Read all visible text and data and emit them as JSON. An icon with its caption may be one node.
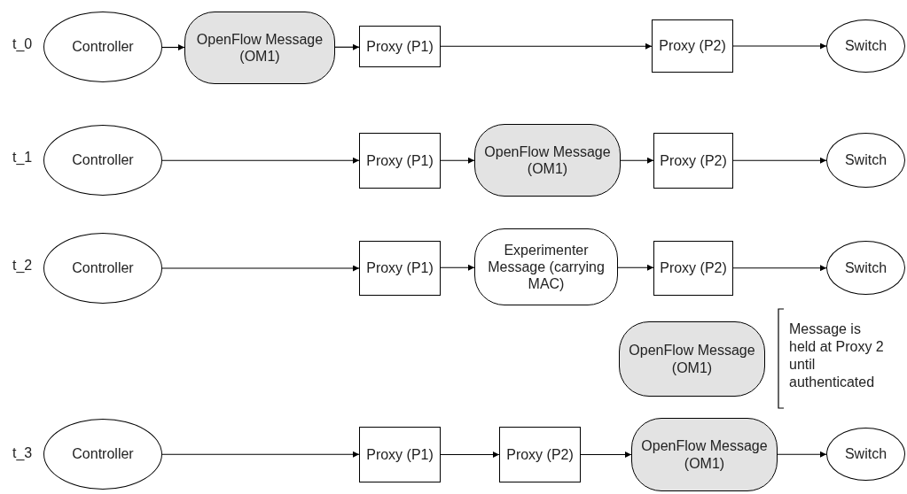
{
  "diagram": {
    "nodes": [
      {
        "text": [
          "Controller"
        ]
      },
      {
        "text": [
          "OpenFlow Message (OM1)"
        ]
      },
      {
        "text": [
          "Proxy (P1)"
        ]
      },
      {
        "text": [
          "Proxy (P2)"
        ]
      },
      {
        "text": [
          "Switch"
        ]
      },
      {
        "text": [
          "Controller"
        ]
      },
      {
        "text": [
          "Proxy (P1)"
        ]
      },
      {
        "text": [
          "OpenFlow Message (OM1)"
        ]
      },
      {
        "text": [
          "Proxy (P2)"
        ]
      },
      {
        "text": [
          "Switch"
        ]
      },
      {
        "text": [
          "Controller"
        ]
      },
      {
        "text": [
          "Proxy (P1)"
        ]
      },
      {
        "text": [
          "Experimenter Message (carrying MAC)"
        ]
      },
      {
        "text": [
          "Proxy (P2)"
        ]
      },
      {
        "text": [
          "Switch"
        ]
      },
      {
        "text": [
          "OpenFlow Message (OM1)"
        ]
      },
      {
        "text": [
          "Controller"
        ]
      },
      {
        "text": [
          "Proxy (P1)"
        ]
      },
      {
        "text": [
          "Proxy (P2)"
        ]
      },
      {
        "text": [
          "OpenFlow Message (OM1)"
        ]
      },
      {
        "text": [
          "Switch"
        ]
      }
    ],
    "edges": [
      {
        "from": 0,
        "to": 1,
        "arrow": "to"
      },
      {
        "from": 1,
        "to": 2,
        "arrow": "to"
      },
      {
        "from": 2,
        "to": 3,
        "arrow": "to"
      },
      {
        "from": 3,
        "to": 4,
        "arrow": "to"
      },
      {
        "from": 5,
        "to": 6,
        "arrow": "to"
      },
      {
        "from": 6,
        "to": 7,
        "arrow": "to"
      },
      {
        "from": 7,
        "to": 8,
        "arrow": "to"
      },
      {
        "from": 8,
        "to": 9,
        "arrow": "to"
      },
      {
        "from": 10,
        "to": 11,
        "arrow": "to"
      },
      {
        "from": 11,
        "to": 12,
        "arrow": "to"
      },
      {
        "from": 12,
        "to": 13,
        "arrow": "to"
      },
      {
        "from": 13,
        "to": 14,
        "arrow": "to"
      },
      {
        "from": 16,
        "to": 17,
        "arrow": "to"
      },
      {
        "from": 17,
        "to": 18,
        "arrow": "to"
      },
      {
        "from": 18,
        "to": 19,
        "arrow": "to"
      },
      {
        "from": 19,
        "to": 20,
        "arrow": "to"
      }
    ],
    "labels": [
      "t_0",
      "t_1",
      "t_2",
      "Message is held at Proxy 2 until authenticated",
      "t_3"
    ]
  }
}
